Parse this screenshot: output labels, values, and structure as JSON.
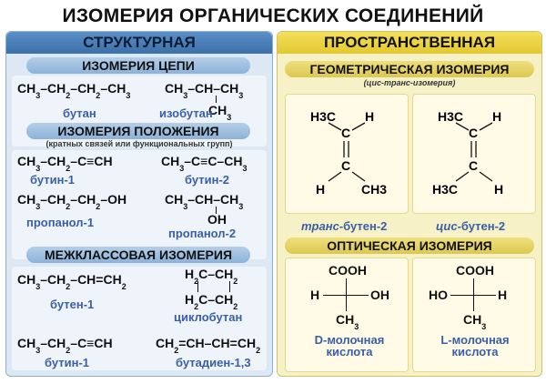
{
  "title": "ИЗОМЕРИЯ ОРГАНИЧЕСКИХ СОЕДИНЕНИЙ",
  "left": {
    "header": "СТРУКТУРНАЯ",
    "chain": {
      "title": "ИЗОМЕРИЯ ЦЕПИ",
      "butane": {
        "formula": [
          "CH",
          "3",
          "–CH",
          "2",
          "–CH",
          "2",
          "–CH",
          "3"
        ],
        "name": "бутан"
      },
      "isobutane": {
        "main": [
          "CH",
          "3",
          "–CH–CH",
          "3"
        ],
        "branch": [
          "CH",
          "3"
        ],
        "name": "изобутан"
      }
    },
    "position": {
      "title": "ИЗОМЕРИЯ ПОЛОЖЕНИЯ",
      "subtitle": "(кратных связей или функциональных групп)",
      "butyne1": {
        "formula": [
          "CH",
          "3",
          "–CH",
          "2",
          "–C≡CH"
        ],
        "name": "бутин-1"
      },
      "butyne2": {
        "formula": [
          "CH",
          "3",
          "–C≡C–CH",
          "3"
        ],
        "name": "бутин-2"
      },
      "propanol1": {
        "formula": [
          "CH",
          "3",
          "–CH",
          "2",
          "–CH",
          "2",
          "–OH"
        ],
        "name": "пропанол-1"
      },
      "propanol2": {
        "main": [
          "CH",
          "3",
          "–CH–CH",
          "3"
        ],
        "branch": "OH",
        "name": "пропанол-2"
      }
    },
    "interclass": {
      "title": "МЕЖКЛАССОВАЯ ИЗОМЕРИЯ",
      "butene1": {
        "formula": [
          "CH",
          "3",
          "–CH",
          "2",
          "–CH=CH",
          "2"
        ],
        "name": "бутен-1"
      },
      "cyclobutane": {
        "top": [
          "H",
          "2",
          "C–CH",
          "2"
        ],
        "bottom": [
          "H",
          "2",
          "C–CH",
          "2"
        ],
        "name": "циклобутан"
      },
      "butyne1": {
        "formula": [
          "CH",
          "3",
          "–CH",
          "2",
          "–C≡CH"
        ],
        "name": "бутин-1"
      },
      "butadiene": {
        "formula": [
          "CH",
          "2",
          "=CH–CH=CH",
          "2"
        ],
        "name": "бутадиен-1,3"
      }
    }
  },
  "right": {
    "header": "ПРОСТРАНСТВЕННАЯ",
    "geometric": {
      "title": "ГЕОМЕТРИЧЕСКАЯ ИЗОМЕРИЯ",
      "subtitle": "(цис-транс-изомерия)",
      "trans": {
        "prefix": "транс",
        "suffix": "-бутен-2",
        "tl": "H3C",
        "tr": "H",
        "c": "C",
        "bl": "H",
        "br": "CH3"
      },
      "cis": {
        "prefix": "цис",
        "suffix": "-бутен-2",
        "tl": "H3C",
        "tr": "H",
        "c": "C",
        "bl": "H3C",
        "br": "H"
      }
    },
    "optical": {
      "title": "ОПТИЧЕСКАЯ ИЗОМЕРИЯ",
      "d": {
        "top": "COOH",
        "left": "H",
        "right": "OH",
        "bottom": [
          "CH",
          "3"
        ],
        "name": "D-молочная кислота"
      },
      "l": {
        "top": "COOH",
        "left": "HO",
        "right": "H",
        "bottom": [
          "CH",
          "3"
        ],
        "name": "L-молочная кислота"
      }
    }
  },
  "colors": {
    "left_panel": "#dce8f4",
    "right_panel": "#f7f1c8",
    "name_text": "#3a5fa8"
  }
}
